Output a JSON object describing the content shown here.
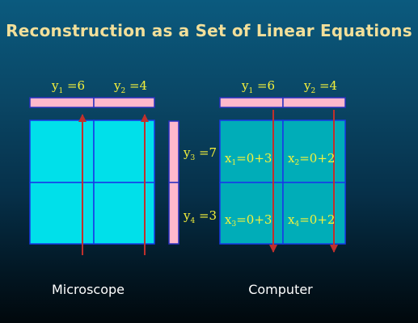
{
  "title": "Reconstruction as a Set of Linear Equations",
  "colors": {
    "cell_bright": "#00e0ea",
    "cell_dark": "#00adb8",
    "cell_border": "#1838e8",
    "bar_fill": "#ffb8cc",
    "bar_border": "#2a30c0",
    "arrow": "#c0302c",
    "label": "#f6f23a",
    "title": "#f2df9a"
  },
  "microscope": {
    "caption": "Microscope",
    "projections": {
      "y1": {
        "var": "y",
        "sub": "1",
        "rest": " =6"
      },
      "y2": {
        "var": "y",
        "sub": "2",
        "rest": " =4"
      },
      "y3": {
        "var": "y",
        "sub": "3",
        "rest": " =7"
      },
      "y4": {
        "var": "y",
        "sub": "4",
        "rest": " =3"
      }
    }
  },
  "computer": {
    "caption": "Computer",
    "projections": {
      "y1": {
        "var": "y",
        "sub": "1",
        "rest": " =6"
      },
      "y2": {
        "var": "y",
        "sub": "2",
        "rest": " =4"
      }
    },
    "cells": {
      "x1": {
        "var": "x",
        "sub": "1",
        "rest": "=0+3"
      },
      "x2": {
        "var": "x",
        "sub": "2",
        "rest": "=0+2"
      },
      "x3": {
        "var": "x",
        "sub": "3",
        "rest": "=0+3"
      },
      "x4": {
        "var": "x",
        "sub": "4",
        "rest": "=0+2"
      }
    }
  }
}
